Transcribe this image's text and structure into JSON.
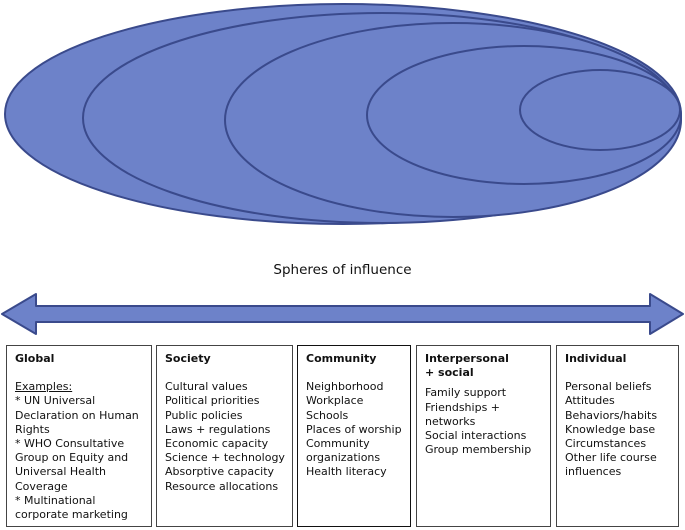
{
  "diagram": {
    "title": "Spheres of influence",
    "colors": {
      "ellipse_fill": "#6d82c9",
      "ellipse_stroke": "#3a4a8c",
      "arrow_fill": "#6d82c9",
      "arrow_stroke": "#3a4a8c"
    },
    "boxes": [
      {
        "title": "Global",
        "subtitle": "",
        "examples_label": "Examples:",
        "items": [
          "* UN Universal Declaration on Human Rights",
          "* WHO Consultative Group on Equity and Universal Health Coverage",
          "* Multinational corporate marketing"
        ]
      },
      {
        "title": "Society",
        "subtitle": "",
        "items": [
          "Cultural values",
          "Political priorities",
          "Public policies",
          "Laws + regulations",
          "Economic capacity",
          "Science + technology",
          "Absorptive capacity",
          "Resource allocations"
        ]
      },
      {
        "title": "Community",
        "subtitle": "",
        "items": [
          "Neighborhood",
          "Workplace",
          "Schools",
          "Places of worship",
          "Community organizations",
          "Health literacy"
        ]
      },
      {
        "title": "Interpersonal",
        "subtitle": "+ social",
        "items": [
          "Family support",
          "Friendships + networks",
          "Social interactions",
          "Group membership"
        ]
      },
      {
        "title": "Individual",
        "subtitle": "",
        "items": [
          "Personal beliefs",
          "Attitudes",
          "Behaviors/habits",
          "Knowledge base",
          "Circumstances",
          "Other life course influences"
        ]
      }
    ]
  }
}
